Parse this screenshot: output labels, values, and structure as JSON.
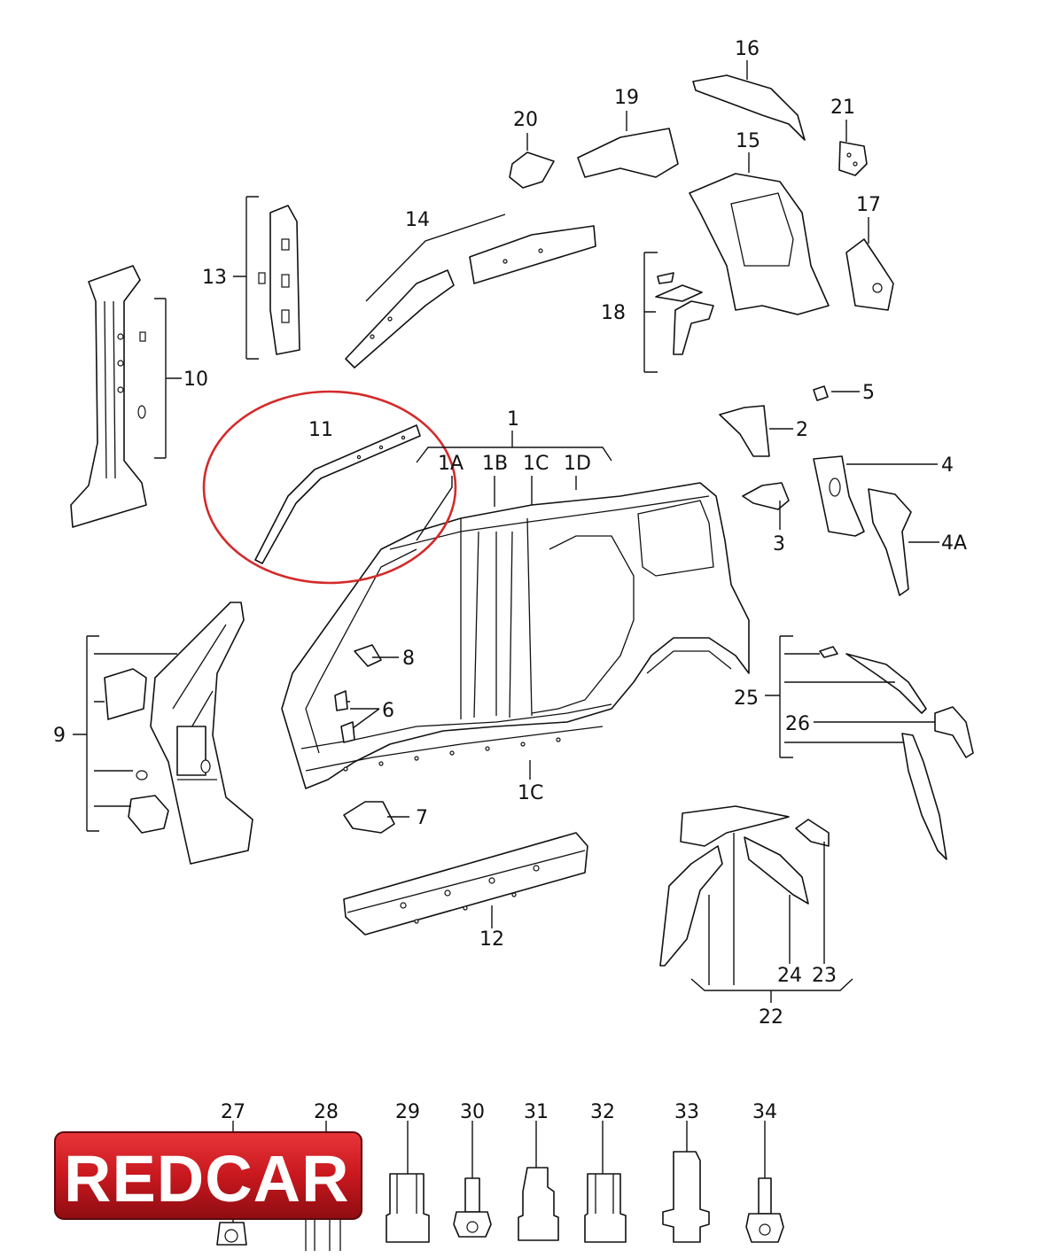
{
  "logo": {
    "text": "REDCAR",
    "color": "#c8181e"
  },
  "highlight": {
    "part": "11",
    "color": "#d42a2a"
  },
  "callouts": {
    "p1": "1",
    "p1A": "1A",
    "p1B": "1B",
    "p1C": "1C",
    "p1D": "1D",
    "p1C_sill": "1C",
    "p2": "2",
    "p3": "3",
    "p4": "4",
    "p4A": "4A",
    "p5": "5",
    "p6": "6",
    "p7": "7",
    "p8": "8",
    "p9": "9",
    "p10": "10",
    "p11": "11",
    "p12": "12",
    "p13": "13",
    "p14": "14",
    "p15": "15",
    "p16": "16",
    "p17": "17",
    "p18": "18",
    "p19": "19",
    "p20": "20",
    "p21": "21",
    "p22": "22",
    "p23": "23",
    "p24": "24",
    "p25": "25",
    "p26": "26",
    "p27": "27",
    "p28": "28",
    "p29": "29",
    "p30": "30",
    "p31": "31",
    "p32": "32",
    "p33": "33",
    "p34": "34"
  }
}
